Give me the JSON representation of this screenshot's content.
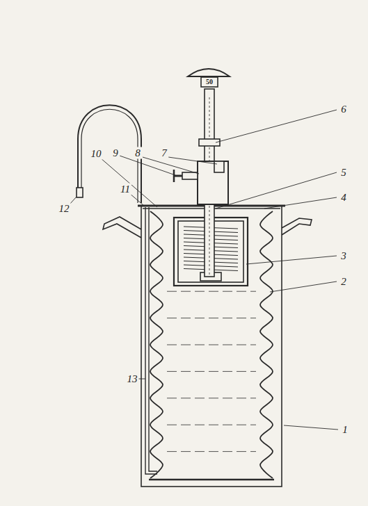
{
  "diagram": {
    "labels": [
      "50",
      "1",
      "2",
      "3",
      "4",
      "5",
      "6",
      "7",
      "8",
      "9",
      "10",
      "11",
      "12",
      "13"
    ]
  }
}
